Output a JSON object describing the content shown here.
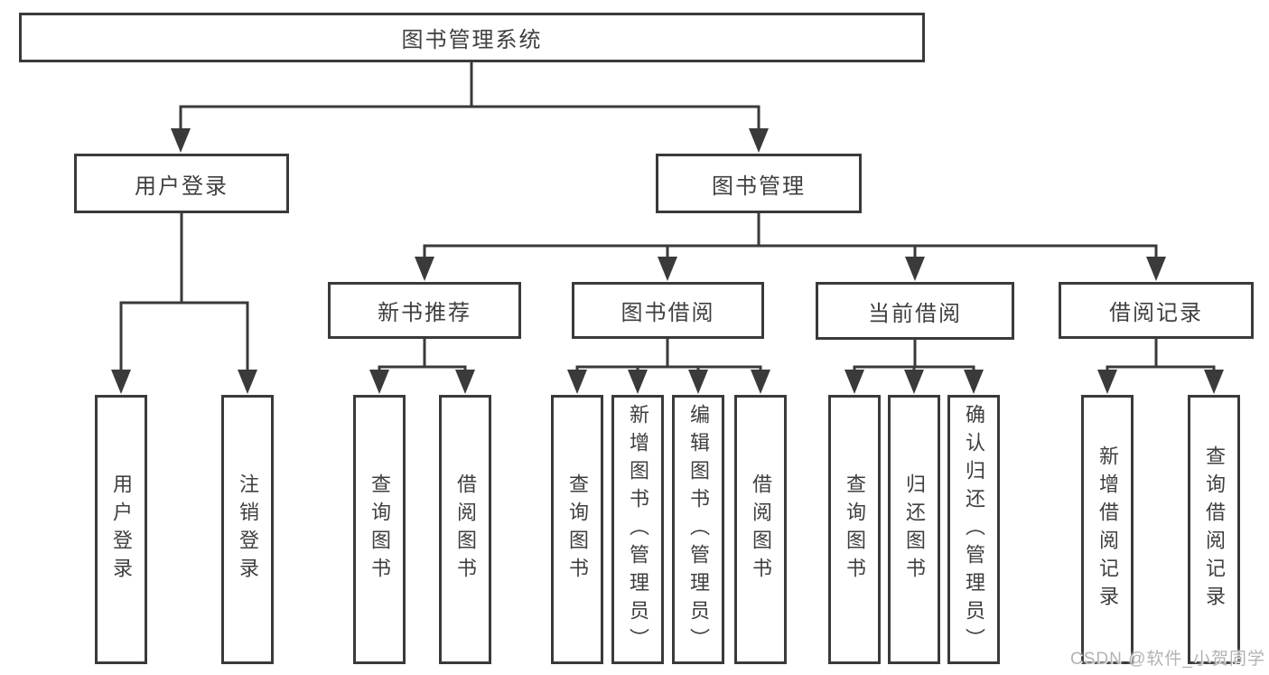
{
  "diagram": {
    "title": "图书管理系统",
    "root": {
      "label": "图书管理系统"
    },
    "branches": [
      {
        "label": "用户登录",
        "children": [
          {
            "label": "用户登录"
          },
          {
            "label": "注销登录"
          }
        ]
      },
      {
        "label": "图书管理",
        "children": [
          {
            "label": "新书推荐",
            "children": [
              {
                "label": "查询图书"
              },
              {
                "label": "借阅图书"
              }
            ]
          },
          {
            "label": "图书借阅",
            "children": [
              {
                "label": "查询图书"
              },
              {
                "label": "新增图书（管理员）"
              },
              {
                "label": "编辑图书（管理员）"
              },
              {
                "label": "借阅图书"
              }
            ]
          },
          {
            "label": "当前借阅",
            "children": [
              {
                "label": "查询图书"
              },
              {
                "label": "归还图书"
              },
              {
                "label": "确认归还（管理员）"
              }
            ]
          },
          {
            "label": "借阅记录",
            "children": [
              {
                "label": "新增借阅记录"
              },
              {
                "label": "查询借阅记录"
              }
            ]
          }
        ]
      }
    ]
  },
  "watermark": "CSDN @软件_小贺同学",
  "colors": {
    "line": "#3a3a3a",
    "text": "#3f3f3f",
    "watermark": "#b3b3b3",
    "background": "#ffffff"
  }
}
